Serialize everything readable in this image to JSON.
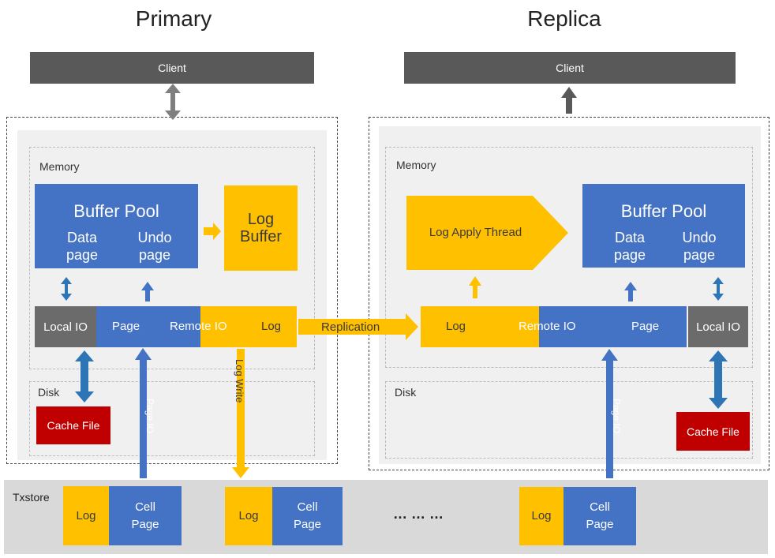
{
  "titles": {
    "primary": "Primary",
    "replica": "Replica"
  },
  "client": {
    "label": "Client"
  },
  "memory": {
    "label": "Memory"
  },
  "disk": {
    "label": "Disk"
  },
  "buffer_pool": {
    "title": "Buffer Pool",
    "data_page": "Data\npage",
    "undo_page": "Undo\npage"
  },
  "log_buffer": {
    "label": "Log\nBuffer"
  },
  "log_apply_thread": {
    "label": "Log Apply Thread"
  },
  "io": {
    "local_io": "Local IO",
    "page": "Page",
    "remote_io": "Remote IO",
    "log": "Log"
  },
  "cache_file": {
    "label": "Cache File"
  },
  "arrows": {
    "replication": "Replication",
    "log_write": "Log Write",
    "page_io": "Page IO"
  },
  "txstore": {
    "label": "Txstore",
    "log": "Log",
    "cell_page": "Cell\nPage",
    "ellipsis": "… … …"
  },
  "colors": {
    "blue": "#4472c4",
    "gold": "#ffc000",
    "gray": "#6b6b6b",
    "red": "#c00000",
    "client": "#595959"
  }
}
